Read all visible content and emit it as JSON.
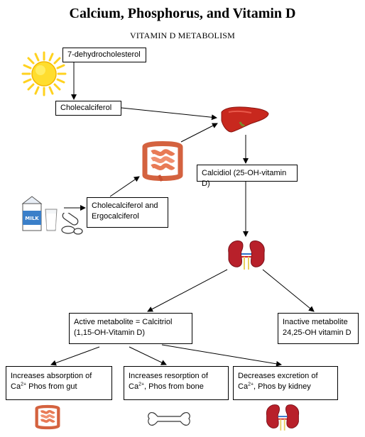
{
  "title": "Calcium, Phosphorus, and Vitamin D",
  "subtitle": "VITAMIN D METABOLISM",
  "boxes": {
    "dehydrocholesterol": "7-dehydrocholesterol",
    "cholecalciferol": "Cholecalciferol",
    "chole_ergo_line1": "Cholecalciferol and",
    "chole_ergo_line2": "Ergocalciferol",
    "calcidiol": "Calcidiol (25-OH-vitamin D)",
    "active_line1": "Active metabolite = Calcitriol",
    "active_line2": "(1,15-OH-Vitamin D)",
    "inactive_line1": "Inactive metabolite",
    "inactive_line2": "24,25-OH vitamin D",
    "absorption_line1": "Increases absorption of",
    "absorption_ca": "Ca",
    "absorption_sup": "2+",
    "absorption_rest": " Phos from gut",
    "resorption_line1": "Increases resorption of",
    "resorption_ca": "Ca",
    "resorption_sup": "2+",
    "resorption_rest": ", Phos from bone",
    "excretion_line1": "Decreases excretion of",
    "excretion_ca": "Ca",
    "excretion_sup": "2+",
    "excretion_rest": ", Phos by kidney"
  },
  "icons": {
    "milk_label": "MILK"
  },
  "colors": {
    "sun": "#ffd21f",
    "liver": "#c8281e",
    "intestine": "#e87a55",
    "kidney": "#b8202a",
    "milk": "#3a7fc9"
  }
}
